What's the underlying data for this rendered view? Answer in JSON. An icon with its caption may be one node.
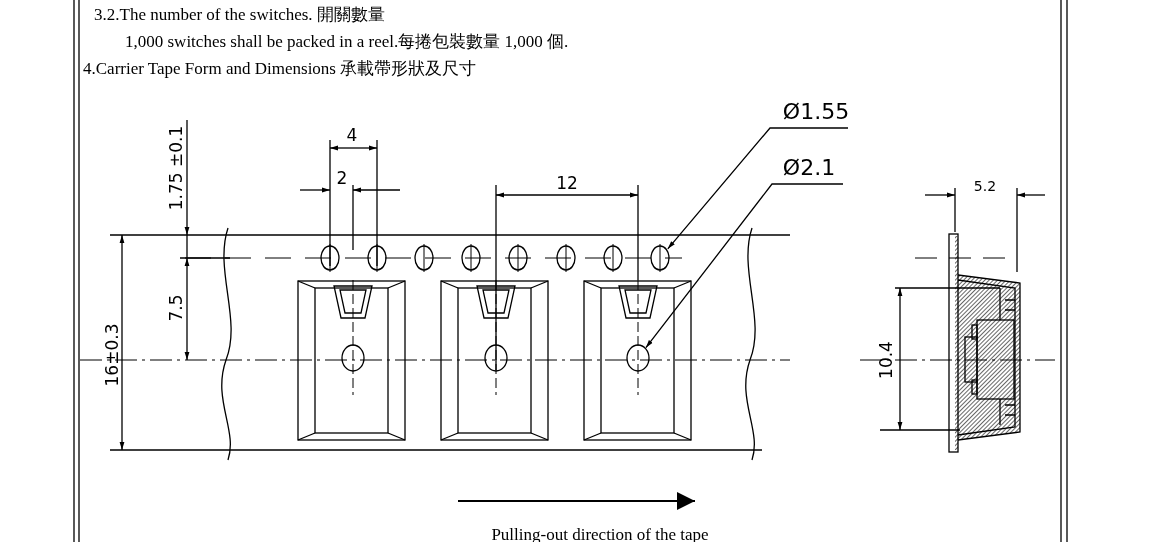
{
  "diagram": {
    "nodes": [
      {
        "text": [
          "Ø1.55"
        ]
      },
      {
        "text": [],
        "shape": "circle"
      },
      {
        "text": [
          "Ø2.1"
        ]
      },
      {
        "text": [],
        "shape": "circle"
      }
    ],
    "edges": [
      {
        "from": 0,
        "to": 1,
        "arrow": "to"
      },
      {
        "from": 2,
        "to": 3,
        "arrow": "to"
      }
    ],
    "labels": [
      "3.2.The number of the switches. 開關數量",
      "1,000 switches shall be packed in a reel.每捲包裝數量 1,000 個.",
      "4.Carrier Tape Form and Dimensions 承載帶形狀及尺寸",
      "1.75 ±0.1",
      "4",
      "2",
      "12",
      "7.5",
      "16±0.3",
      "5.2",
      "10.4",
      "Pulling-out direction of the tape"
    ]
  }
}
